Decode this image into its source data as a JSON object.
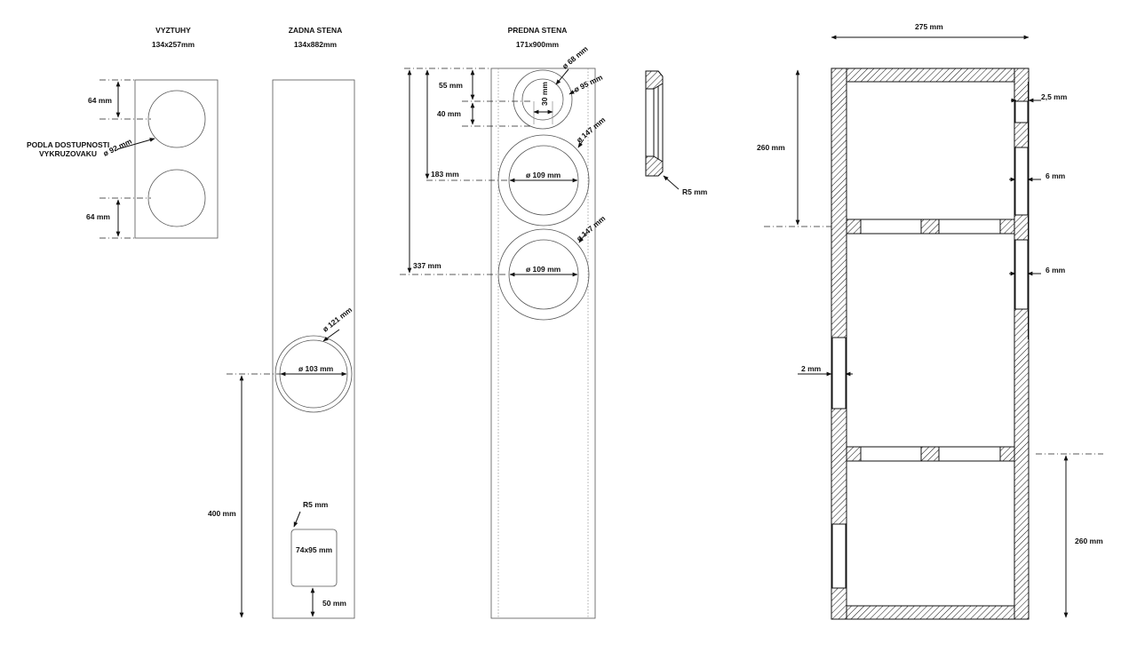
{
  "vyztuhy": {
    "title": "VYZTUHY",
    "size": "134x257mm",
    "dim_top": "64 mm",
    "dim_bottom": "64 mm",
    "note_line1": "PODLA DOSTUPNOSTI",
    "note_line2": "VYKRUZOVAKU",
    "dia": "ø 92 mm"
  },
  "zadna": {
    "title": "ZADNA STENA",
    "size": "134x882mm",
    "dia_outer": "ø 121 mm",
    "dia_inner": "ø 103 mm",
    "dim_height": "400 mm",
    "radius": "R5 mm",
    "port": "74x95 mm",
    "dim_bottom": "50 mm"
  },
  "predna": {
    "title": "PREDNA STENA",
    "size": "171x900mm",
    "tw_outer": "ø 95 mm",
    "tw_inner": "ø 68 mm",
    "tw_slot": "30 mm",
    "dim_55": "55 mm",
    "dim_40": "40 mm",
    "dim_183": "183 mm",
    "dim_337": "337 mm",
    "w1_outer": "ø 147 mm",
    "w1_inner": "ø 109 mm",
    "w2_outer": "ø 147 mm",
    "w2_inner": "ø 109 mm"
  },
  "profile": {
    "radius": "R5 mm"
  },
  "section": {
    "width": "275 mm",
    "dim_260_top": "260 mm",
    "dim_260_bottom": "260 mm",
    "dim_2_5": "2,5 mm",
    "dim_6_a": "6 mm",
    "dim_6_b": "6 mm",
    "dim_2": "2 mm"
  }
}
